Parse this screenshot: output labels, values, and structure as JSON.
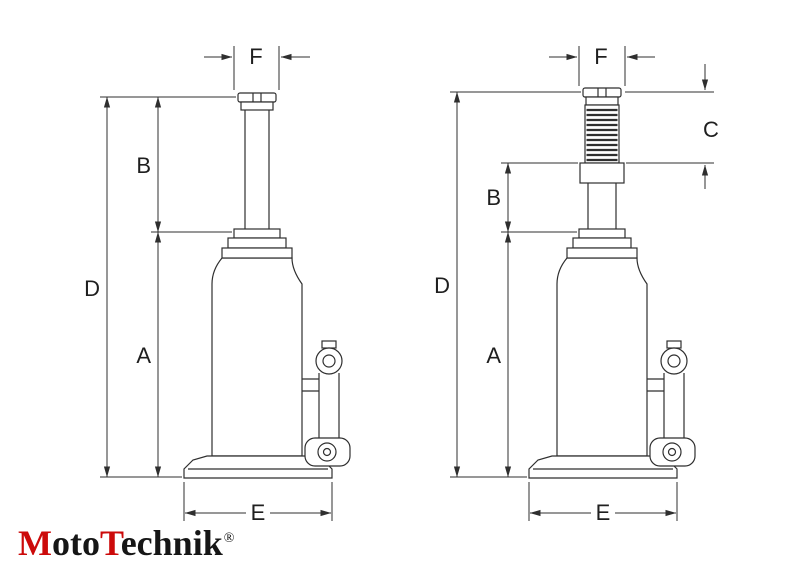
{
  "colors": {
    "background": "#ffffff",
    "stroke": "#2f2f2f",
    "label": "#1f1f1f",
    "logo_red": "#cc0a0a",
    "logo_dark": "#161616"
  },
  "left_jack": {
    "dims": {
      "F": "F",
      "B": "B",
      "D": "D",
      "A": "A",
      "E": "E"
    }
  },
  "right_jack": {
    "dims": {
      "F": "F",
      "C": "C",
      "B": "B",
      "D": "D",
      "A": "A",
      "E": "E"
    }
  },
  "logo": {
    "m": "M",
    "oto": "oto",
    "t": "T",
    "echnik": "echnik",
    "registered": "®"
  }
}
